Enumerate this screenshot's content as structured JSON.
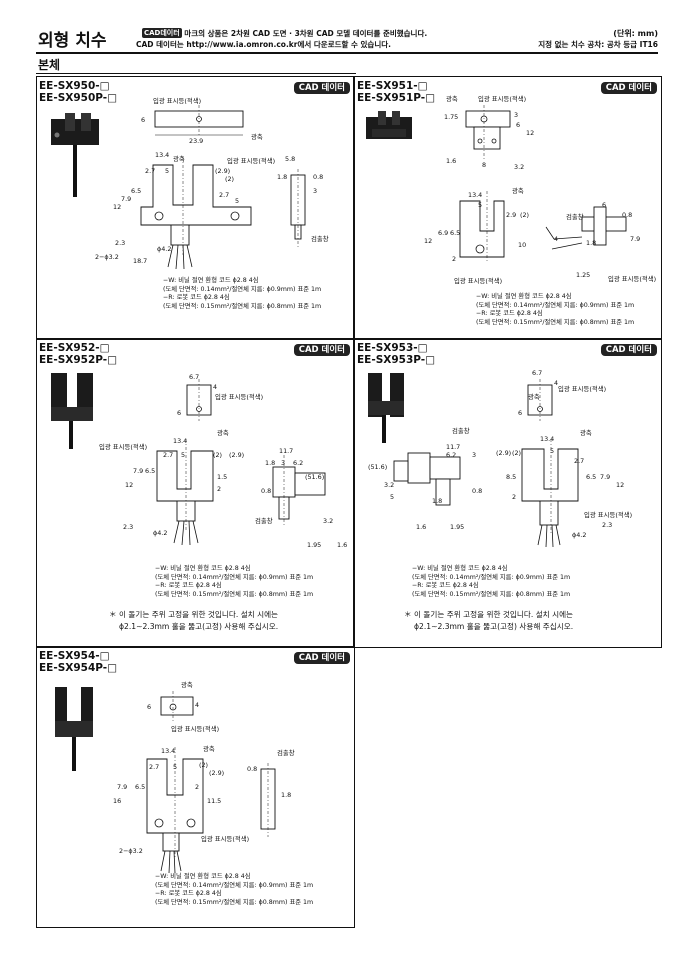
{
  "header": {
    "title": "외형 치수",
    "cad_badge": "CAD데이터",
    "note_line1": " 마크의 상품은 2차원 CAD 도면 · 3차원 CAD 모델 데이터를 준비했습니다.",
    "note_line2": "CAD 데이터는 http://www.ia.omron.co.kr에서 다운로드할 수 있습니다.",
    "unit": "(단위: mm)",
    "tolerance": "지정 없는 치수 공차: 공차 등급 IT16"
  },
  "section_title": "본체",
  "cad_label": "CAD 데이터",
  "labels": {
    "optical_axis": "광축",
    "indicator": "입광 표시등(적색)",
    "sensing_window": "검출창",
    "hole_2_32": "2−ϕ3.2",
    "dia_42": "ϕ4.2"
  },
  "legend": [
    "−W: 비닐 절연 환형 코드 ϕ2.8 4심",
    "(도체 단면적: 0.14mm²/절연체 지름: ϕ0.9mm) 표준 1m",
    "−R: 로봇 코드 ϕ2.8 4심",
    "(도체 단면적: 0.15mm²/절연체 지름: ϕ0.8mm) 표준 1m"
  ],
  "footnote": [
    "＊ 이 돌기는 주위 고정을 위한 것입니다. 설치 시에는",
    "ϕ2.1∼2.3mm 홀을 뚫고(고정) 사용해 주십시오."
  ],
  "panels": [
    {
      "model1": "EE-SX950-□",
      "model2": "EE-SX950P-□",
      "dims": [
        "23.9",
        "13.4",
        "5",
        "2.7",
        "(2.9)",
        "(2)",
        "6.5",
        "7.9",
        "12",
        "2.7",
        "5",
        "2.3",
        "18.7",
        "5.8",
        "1.8",
        "0.8",
        "6",
        "3"
      ]
    },
    {
      "model1": "EE-SX951-□",
      "model2": "EE-SX951P-□",
      "dims": [
        "1.75",
        "3",
        "6",
        "12",
        "1.6",
        "8",
        "3.2",
        "13.4",
        "5",
        "2.9",
        "(2)",
        "6.9",
        "6.5",
        "12",
        "10",
        "2",
        "1.25",
        "6",
        "0.8",
        "7.9",
        "4",
        "1.8"
      ]
    },
    {
      "model1": "EE-SX952-□",
      "model2": "EE-SX952P-□",
      "dims": [
        "6.7",
        "4",
        "6",
        "13.4",
        "2.7",
        "5",
        "(2)",
        "(2.9)",
        "7.9",
        "6.5",
        "12",
        "1.5",
        "2",
        "2.3",
        "11.7",
        "1.8",
        "3",
        "6.2",
        "0.8",
        "(51.6)",
        "3.2",
        "1.95",
        "1.6"
      ]
    },
    {
      "model1": "EE-SX953-□",
      "model2": "EE-SX953P-□",
      "dims": [
        "6.7",
        "4",
        "6",
        "11.7",
        "6.2",
        "3",
        "(51.6)",
        "0.8",
        "3.2",
        "5",
        "1.6",
        "1.95",
        "13.4",
        "5",
        "(2.9)",
        "(2)",
        "2.7",
        "6.5",
        "7.9",
        "12",
        "2",
        "2.3",
        "8.5",
        "1.8"
      ]
    },
    {
      "model1": "EE-SX954-□",
      "model2": "EE-SX954P-□",
      "dims": [
        "6",
        "4",
        "13.4",
        "2.7",
        "(2)",
        "(2.9)",
        "5",
        "7.9",
        "6.5",
        "16",
        "11.5",
        "2",
        "2−ϕ3.2",
        "0.8",
        "1.8"
      ]
    }
  ]
}
